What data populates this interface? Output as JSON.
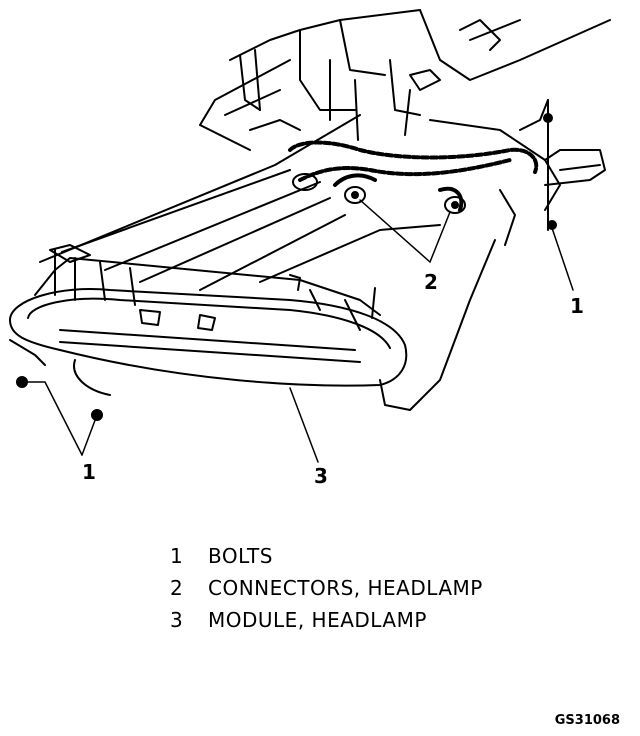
{
  "diagram": {
    "callouts": [
      "1",
      "2",
      "1",
      "3"
    ],
    "legend": [
      {
        "number": "1",
        "label": "BOLTS"
      },
      {
        "number": "2",
        "label": "CONNECTORS, HEADLAMP"
      },
      {
        "number": "3",
        "label": "MODULE, HEADLAMP"
      }
    ],
    "figure_id": "GS31068",
    "line_color": "#000000",
    "background": "#ffffff"
  }
}
